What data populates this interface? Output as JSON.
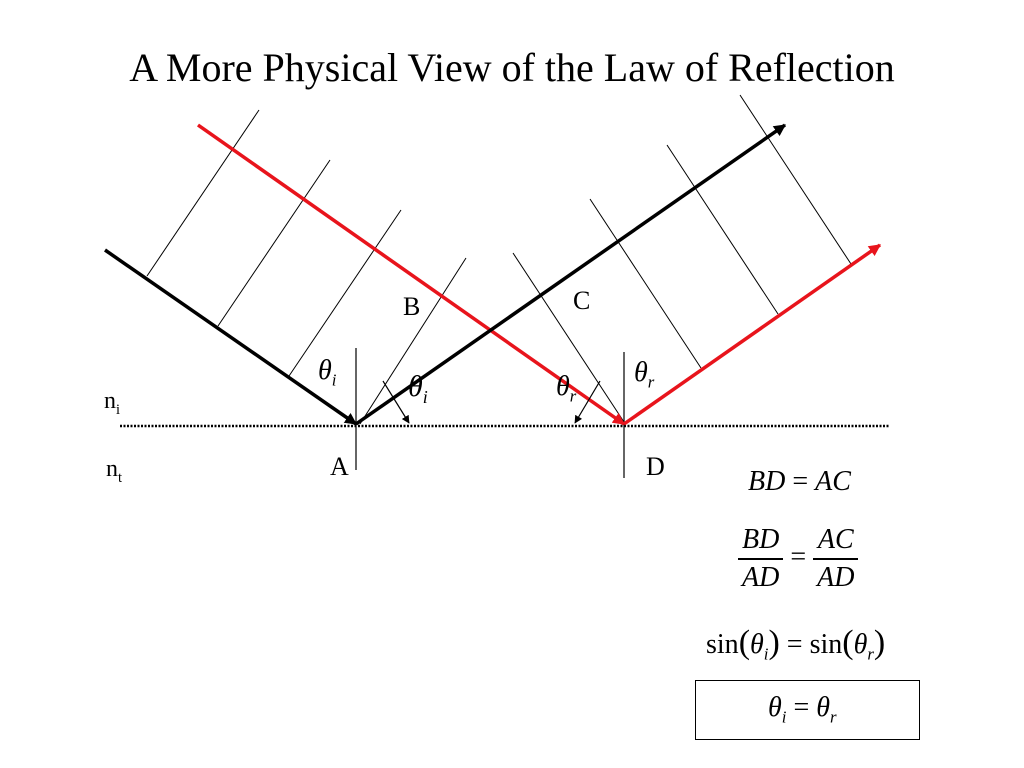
{
  "title": "A More Physical View of the Law of Reflection",
  "points": {
    "A": "A",
    "B": "B",
    "C": "C",
    "D": "D"
  },
  "media": {
    "upper_base": "n",
    "upper_sub": "i",
    "lower_base": "n",
    "lower_sub": "t"
  },
  "angles": {
    "symbol": "θ",
    "incident_sub": "i",
    "reflected_sub": "r"
  },
  "equations": {
    "eq1": {
      "left": "BD",
      "op": "=",
      "right": "AC"
    },
    "eq2": {
      "num_left": "BD",
      "den_left": "AD",
      "op": "=",
      "num_right": "AC",
      "den_right": "AD"
    },
    "eq3": {
      "fn": "sin",
      "op": "="
    },
    "result": {
      "op": "="
    }
  },
  "colors": {
    "black_ray": "#000000",
    "red_ray": "#e8141c",
    "wavefront": "#000000"
  }
}
